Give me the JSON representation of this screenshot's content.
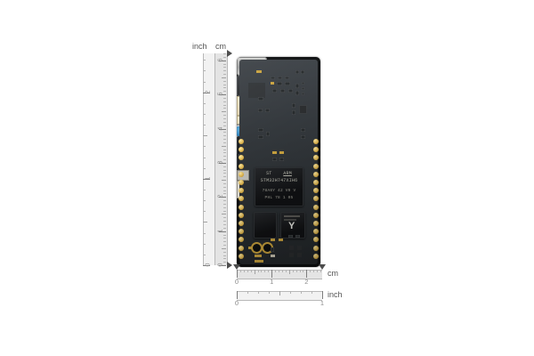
{
  "scene": {
    "description": "Product photo of a small black development board shown beside measurement rulers",
    "background_color": "#ffffff"
  },
  "vertical_ruler": {
    "name": "vertical-ruler",
    "left_scale_label": "inch",
    "right_scale_label": "cm",
    "cm": {
      "unit": "cm",
      "labels": [
        "0",
        "1",
        "2",
        "3",
        "4",
        "5",
        "6"
      ],
      "max": 6.2,
      "minor_per_unit": 10
    },
    "inch": {
      "unit": "inch",
      "labels": [
        "0",
        "1",
        "2"
      ],
      "max": 2.45,
      "minor_per_unit": 8
    }
  },
  "horizontal_rulers": [
    {
      "name": "horizontal-ruler-cm",
      "unit_label": "cm",
      "labels": [
        "0",
        "1",
        "2"
      ],
      "max": 2.45,
      "minor_per_unit": 10
    },
    {
      "name": "horizontal-ruler-inch",
      "unit_label": "inch",
      "labels": [
        "0",
        "1"
      ],
      "max": 1.0,
      "minor_per_unit": 8
    }
  ],
  "board": {
    "name": "development-board",
    "pcb_color": "#0d0f10",
    "accent_gold": "#d9ae46",
    "button_color": "#2f7fb8",
    "markings": {
      "mcu_brand": "ST",
      "mcu_arch": "ARM",
      "mcu_part": "STM32H747XIH6",
      "mcu_line2": "78A6Y 42 V0 V",
      "mcu_line3": "PHL 78 1 05"
    },
    "components": [
      {
        "name": "usb-c-connector",
        "label": "USB-C"
      },
      {
        "name": "rf-shield-module",
        "label": "Wi-Fi/BT module"
      },
      {
        "name": "jst-connector-left",
        "label": "JST"
      },
      {
        "name": "jst-connector-right",
        "label": "JST"
      },
      {
        "name": "reset-button",
        "label": "Blue tactile button"
      },
      {
        "name": "mcu-chip",
        "label": "STM32H747XIH6"
      },
      {
        "name": "memory-chip-left",
        "label": "SDRAM"
      },
      {
        "name": "memory-chip-right",
        "label": "Flash"
      },
      {
        "name": "qfn-chip",
        "label": "QFN"
      },
      {
        "name": "camera-connector",
        "label": "BGA pad array"
      },
      {
        "name": "gold-pad-pair",
        "label": "Battery pads"
      }
    ],
    "castellated_pads_per_side": 15,
    "mounting_holes": 4
  }
}
